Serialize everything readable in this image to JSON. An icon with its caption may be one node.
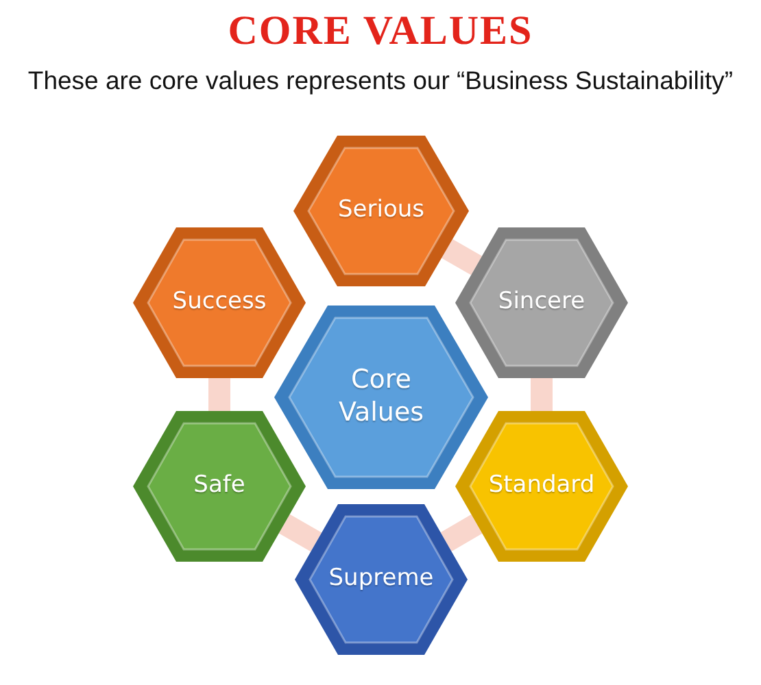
{
  "diagram": {
    "title": "CORE VALUES",
    "caption": "These are core values represents our “Business Sustainability”",
    "nodes": [
      {
        "text": [
          "Serious"
        ]
      },
      {
        "text": [
          "Success"
        ]
      },
      {
        "text": [
          "Sincere"
        ]
      },
      {
        "text": [
          "Core Values"
        ]
      },
      {
        "text": [
          "Safe"
        ]
      },
      {
        "text": [
          "Standard"
        ]
      },
      {
        "text": [
          "Supreme"
        ]
      }
    ],
    "edges": [
      {
        "from": 0,
        "to": 2,
        "arrow": "none"
      },
      {
        "from": 2,
        "to": 5,
        "arrow": "none"
      },
      {
        "from": 5,
        "to": 6,
        "arrow": "none"
      },
      {
        "from": 6,
        "to": 4,
        "arrow": "none"
      },
      {
        "from": 4,
        "to": 1,
        "arrow": "none"
      }
    ]
  }
}
